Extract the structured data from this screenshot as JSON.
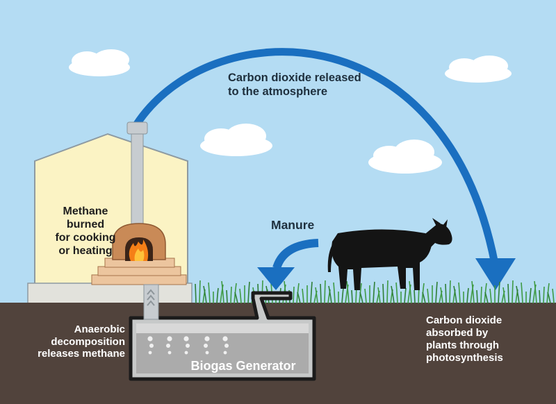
{
  "labels": {
    "co2_released": [
      "Carbon dioxide released",
      "to the atmosphere"
    ],
    "methane_burned": [
      "Methane",
      "burned",
      "for cooking",
      "or heating"
    ],
    "manure": "Manure",
    "anaerobic": [
      "Anaerobic",
      "decomposition",
      "releases methane"
    ],
    "co2_absorbed": [
      "Carbon dioxide",
      "absorbed by",
      "plants through",
      "photosynthesis"
    ],
    "biogas_generator": "Biogas Generator"
  },
  "colors": {
    "sky": "#b4dcf3",
    "soil": "#51433c",
    "arrow": "#1a6fc0",
    "house_wall": "#fbf3c4",
    "house_outline": "#8d9aa2",
    "foundation": "#e2e2dc",
    "oven_brick": "#c98a57",
    "brick_base": "#ecc59e",
    "flame": "#f57f17",
    "chimney": "#c7ccd0",
    "grass": "#3f9a44",
    "cow": "#141414",
    "cloud": "#ffffff",
    "generator": "#c7c9c9",
    "generator_outline": "#1b1b1b",
    "bubbles": "#f0f0f0"
  }
}
